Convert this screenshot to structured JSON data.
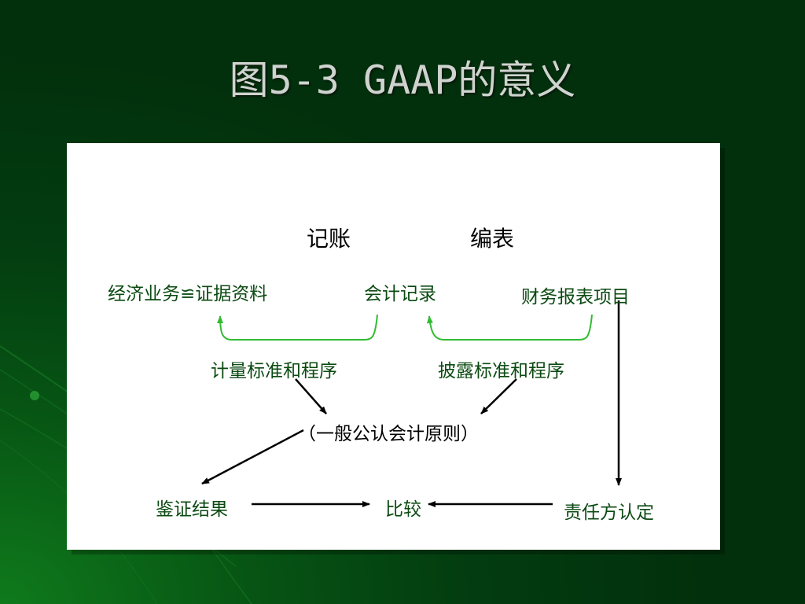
{
  "title": "图5-3 GAAP的意义",
  "diagram": {
    "labels": {
      "record": "记账",
      "report": "编表",
      "economic_business": "经济业务≌证据资料",
      "accounting_records": "会计记录",
      "fs_items": "财务报表项目",
      "measurement_std": "计量标准和程序",
      "disclosure_std": "披露标准和程序",
      "gaap": "（一般公认会计原则）",
      "audit_result": "鉴证结果",
      "compare": "比较",
      "responsible_party": "责任方认定"
    },
    "colors": {
      "arrow_green": "#33bb33",
      "arrow_black": "#000000",
      "text_green": "#0b4a12"
    }
  }
}
